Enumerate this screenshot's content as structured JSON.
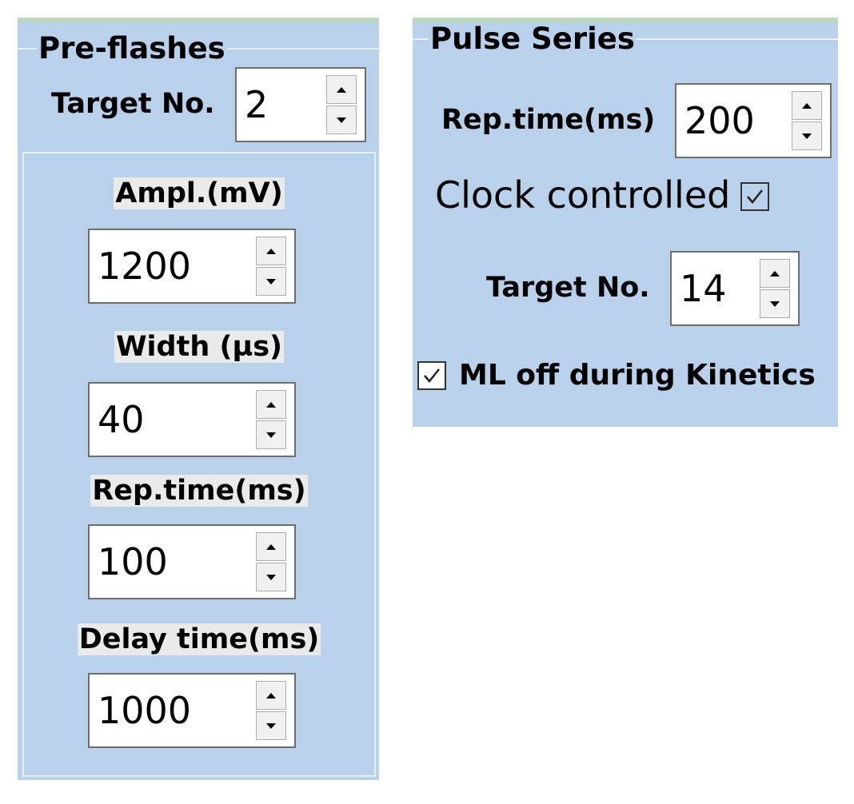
{
  "preflashes": {
    "title": "Pre-flashes",
    "target_label": "Target No.",
    "target_value": "2",
    "ampl_label": "Ampl.(mV)",
    "ampl_value": "1200",
    "width_label": "Width (µs)",
    "width_value": "40",
    "rep_label": "Rep.time(ms)",
    "rep_value": "100",
    "delay_label": "Delay time(ms)",
    "delay_value": "1000"
  },
  "pulse_series": {
    "title": "Pulse Series",
    "rep_label": "Rep.time(ms)",
    "rep_value": "200",
    "clock_label": "Clock controlled",
    "clock_checked": true,
    "target_label": "Target No.",
    "target_value": "14",
    "ml_label": "ML off during Kinetics",
    "ml_checked": true
  },
  "colors": {
    "panel_bg": "#b9d1ea",
    "label_highlight": "#eaeaea"
  }
}
